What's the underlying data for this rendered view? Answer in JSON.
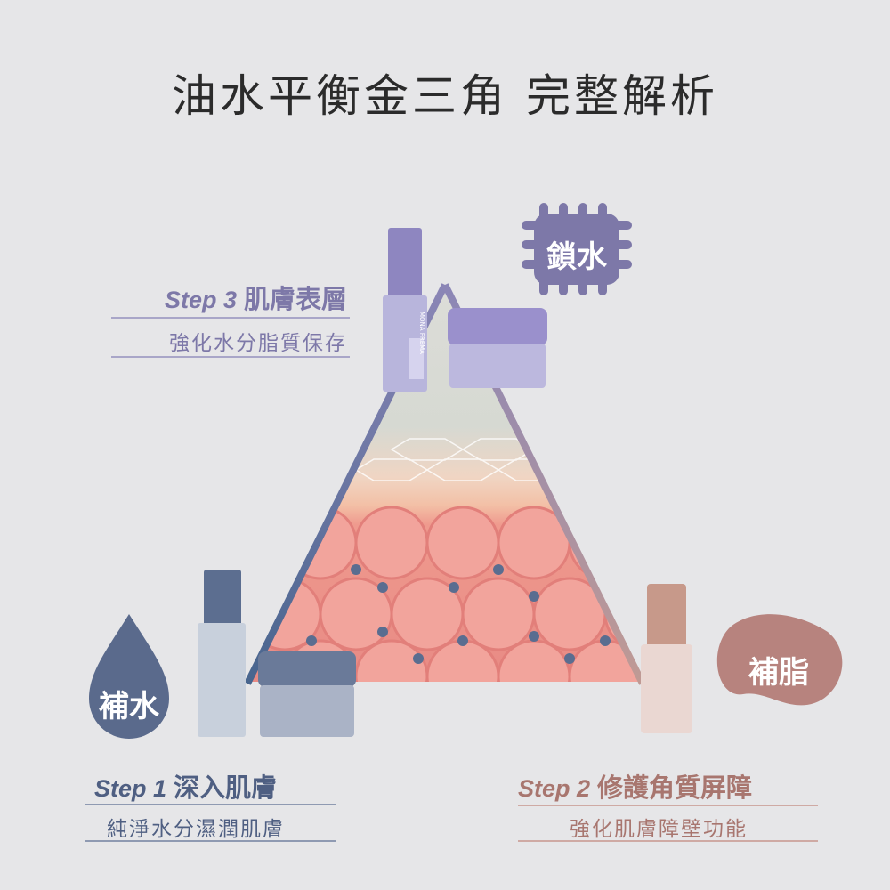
{
  "title": "油水平衡金三角 完整解析",
  "badges": {
    "top": "鎖水",
    "left": "補水",
    "right": "補脂"
  },
  "steps": [
    {
      "step": "Step 3",
      "title": "肌膚表層",
      "subtitle": "強化水分脂質保存",
      "color": "#7d78a8"
    },
    {
      "step": "Step 1",
      "title": "深入肌膚",
      "subtitle": "純淨水分濕潤肌膚",
      "color": "#4f5f82"
    },
    {
      "step": "Step 2",
      "title": "修護角質屏障",
      "subtitle": "強化肌膚障壁功能",
      "color": "#a8766f"
    }
  ],
  "brand": "MONA FREMA"
}
